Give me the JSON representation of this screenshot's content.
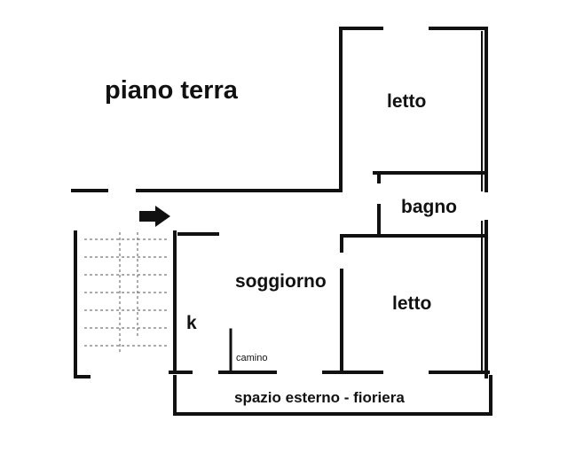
{
  "title": "piano terra",
  "rooms": {
    "bedroom_top": "letto",
    "bathroom": "bagno",
    "living": "soggiorno",
    "bedroom_bottom": "letto",
    "kitchen": "k",
    "fireplace": "camino",
    "outdoor": "spazio esterno - fioriera"
  },
  "colors": {
    "wall": "#111111",
    "background": "#ffffff"
  }
}
